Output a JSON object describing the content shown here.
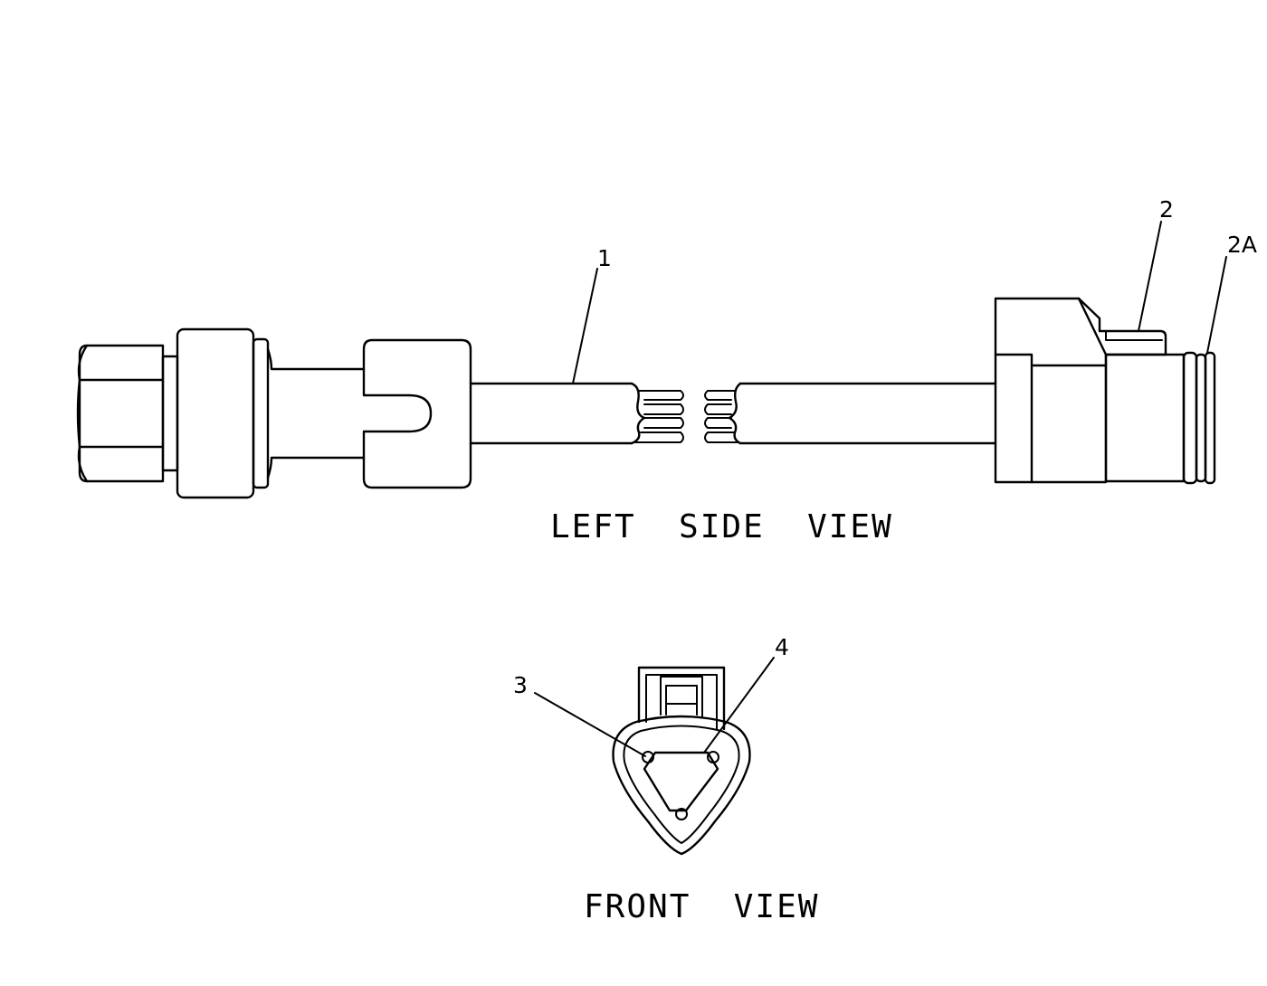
{
  "callouts": {
    "c1": "1",
    "c2": "2",
    "c2a": "2A",
    "c3": "3",
    "c4": "4"
  },
  "captions": {
    "left_side_view": "LEFT  SIDE  VIEW",
    "front_view": "FRONT  VIEW"
  },
  "colors": {
    "line": "#000000",
    "background": "#ffffff"
  }
}
